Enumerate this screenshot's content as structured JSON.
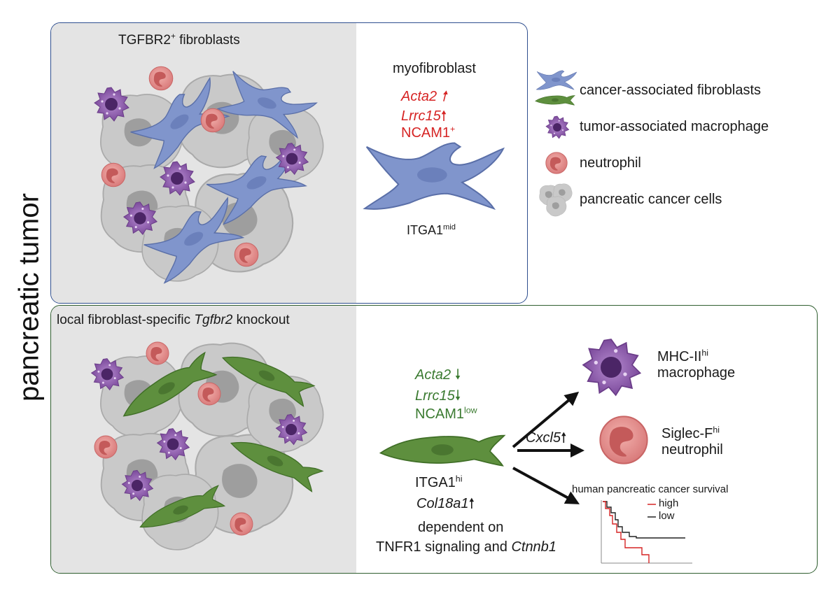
{
  "side_title": "pancreatic tumor",
  "top_panel": {
    "title_pre": "TGFBR2",
    "title_sup": "+",
    "title_post": " fibroblasts",
    "cell_type": "myofibroblast",
    "marker1": "Acta2",
    "marker2": "Lrrc15",
    "marker3_pre": "NCAM1",
    "marker3_sup": "+",
    "integrin_pre": "ITGA1",
    "integrin_sup": "mid"
  },
  "bottom_panel": {
    "title_pre": "local fibroblast-specific ",
    "title_gene": "Tgfbr2",
    "title_post": " knockout",
    "marker1": "Acta2",
    "marker2": "Lrrc15",
    "marker3_pre": "NCAM1",
    "marker3_sup": "low",
    "integrin_pre": "ITGA1",
    "integrin_sup": "hi",
    "gene_up": "Col18a1",
    "dependency_line1": "dependent on",
    "dependency_line2_pre": "TNFR1 signaling and ",
    "dependency_line2_gene": "Ctnnb1",
    "chemokine": "Cxcl5",
    "macrophage_sup_pre": "MHC-II",
    "macrophage_sup": "hi",
    "macrophage_label": "macrophage",
    "neutrophil_pre": "Siglec-F",
    "neutrophil_sup": "hi",
    "neutrophil_label": "neutrophil",
    "survival_title": "human pancreatic cancer survival",
    "survival_high": "high",
    "survival_low": "low"
  },
  "legend": [
    {
      "label": "cancer-associated fibroblasts",
      "icon": "fibroblast-icon"
    },
    {
      "label": "tumor-associated macrophage",
      "icon": "macrophage-icon"
    },
    {
      "label": "neutrophil",
      "icon": "neutrophil-icon"
    },
    {
      "label": "pancreatic cancer cells",
      "icon": "cancer-cell-icon"
    }
  ],
  "colors": {
    "fibroblast_blue": "#8095cc",
    "fibroblast_green": "#5e8f3e",
    "macrophage": "#8a5aa8",
    "neutrophil": "#e08a8a",
    "cancer_cell": "#bdbdbd",
    "up_red": "#d62424",
    "down_green": "#3a7a30",
    "survival_high": "#d62424",
    "survival_low": "#222222"
  }
}
